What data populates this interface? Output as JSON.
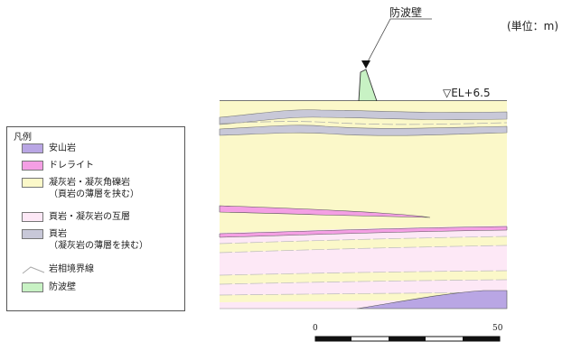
{
  "unit_label": "(単位：m)",
  "wall_label": "防波壁",
  "el_label": "▽EL+6.5",
  "legend": {
    "title": "凡例",
    "items": [
      {
        "label": "安山岩",
        "color": "#b9a6e4"
      },
      {
        "label": "ドレライト",
        "color": "#f49fe4"
      },
      {
        "label": "凝灰岩・凝灰角礫岩",
        "sub": "（頁岩の薄層を挟む）",
        "color": "#fbf8c9"
      },
      {
        "label": "頁岩・凝灰岩の互層",
        "color": "#fde8f6"
      },
      {
        "label": "頁岩",
        "sub": "（凝灰岩の薄層を挟む）",
        "color": "#c8c8d8"
      },
      {
        "label": "岩相境界線",
        "icon": "boundary-line-icon"
      },
      {
        "label": "防波壁",
        "color": "#c8f2c4"
      }
    ]
  },
  "scale": {
    "start": "0",
    "end": "50"
  }
}
